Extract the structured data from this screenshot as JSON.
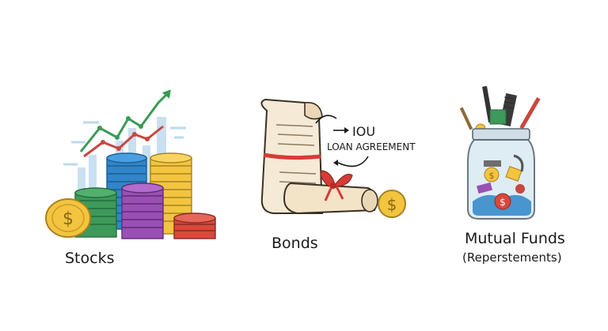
{
  "stocks": {
    "label": "Stocks"
  },
  "bonds": {
    "label": "Bonds",
    "iou_text": "IOU",
    "loan_text": "LOAN AGREEMENT"
  },
  "mutual_funds": {
    "label": "Mutual Funds",
    "sublabel": "(Reperstements)"
  },
  "icons": {
    "coin_symbol": "$",
    "stocks_chart": "rising-line-chart-icon",
    "coin_stacks": "coin-stacks-icon",
    "scroll": "scroll-document-icon",
    "jar": "jar-of-assets-icon"
  },
  "colors": {
    "green_line": "#3a9a57",
    "red_line": "#c8473f",
    "coin_gold": "#f3c43f",
    "coin_blue": "#2f86c9",
    "coin_green": "#3d9a5a",
    "coin_purple": "#9a4fb5",
    "coin_red": "#d9483b",
    "ribbon_red": "#d63b36",
    "paper": "#f5ead6",
    "jar_glass": "#dbeaf3"
  }
}
